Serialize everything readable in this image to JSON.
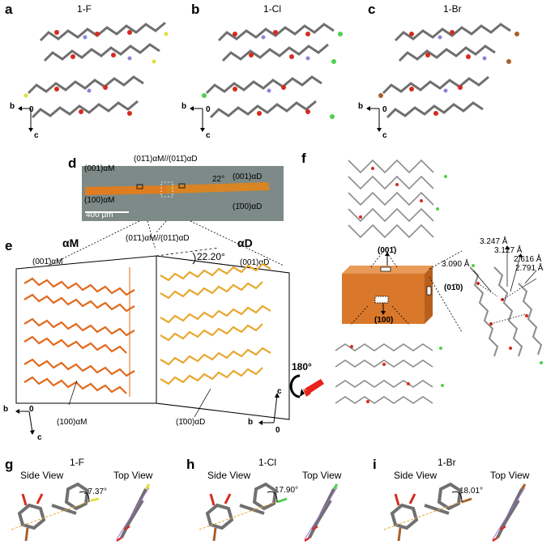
{
  "panels": {
    "a": {
      "letter": "a",
      "title": "1-F"
    },
    "b": {
      "letter": "b",
      "title": "1-Cl"
    },
    "c": {
      "letter": "c",
      "title": "1-Br"
    },
    "d": {
      "letter": "d",
      "scale_bar": "400 µm",
      "angle": "22°",
      "face_top_center": "(01̄1)αM//(011̄)αD",
      "face_left_top": "(001)αM",
      "face_left_bottom": "(100)αM",
      "face_right_top": "(001)αD",
      "face_right_bottom": "(1̄00)αD"
    },
    "e": {
      "letter": "e",
      "alpha_m": "αM",
      "alpha_d": "αD",
      "angle": "22.20°",
      "interface": "(01̄1)αM//(011̄)αD",
      "face_left_top": "(001̄)αM",
      "face_right_top": "(001)αD",
      "face_left_bottom": "(100)αM",
      "face_right_bottom": "(1̄00)αD",
      "rotation": "180°"
    },
    "f": {
      "letter": "f",
      "face_top": "(001̄)",
      "face_right": "(01̄0)",
      "face_front": "(100)",
      "distances": [
        "3.247 Å",
        "3.127 Å",
        "3.090 Å",
        "2.616 Å",
        "2.791 Å"
      ]
    },
    "g": {
      "letter": "g",
      "title": "1-F",
      "side": "Side View",
      "top": "Top View",
      "angle": "17.37°"
    },
    "h": {
      "letter": "h",
      "title": "1-Cl",
      "side": "Side View",
      "top": "Top View",
      "angle": "17.90°"
    },
    "i": {
      "letter": "i",
      "title": "1-Br",
      "side": "Side View",
      "top": "Top View",
      "angle": "18.01°"
    }
  },
  "axes": {
    "b": "b",
    "c": "c",
    "origin": "0"
  },
  "colors": {
    "orange": "#e06a1e",
    "yellow": "#e8a830",
    "gray": "#6f6f6f",
    "red": "#d62b1f",
    "block": "#d9782b"
  }
}
